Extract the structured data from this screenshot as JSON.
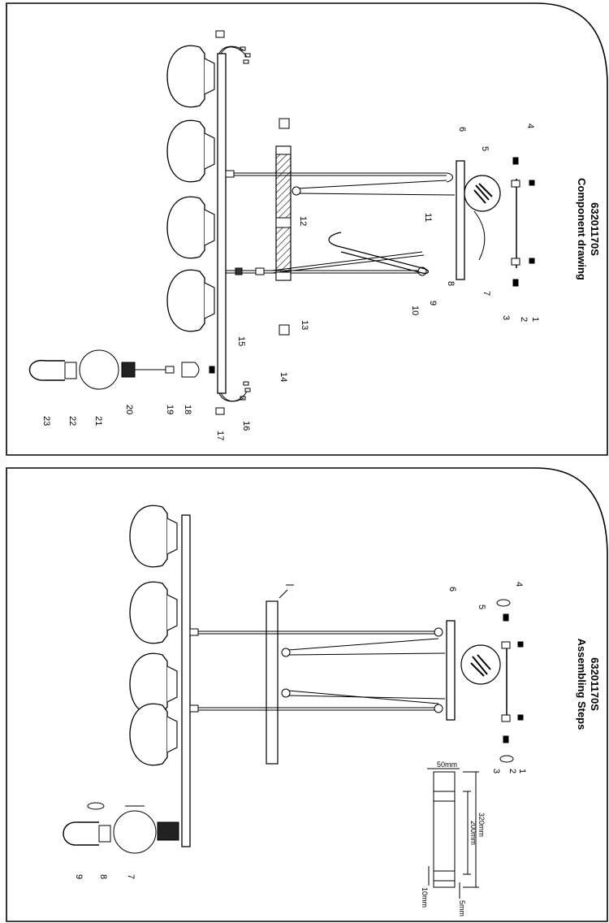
{
  "panels": {
    "component": {
      "title": "Component drawing",
      "model": "63201170S"
    },
    "assembly": {
      "title": "Assembling Steps",
      "model": "63201170S"
    }
  },
  "component_labels": [
    "1",
    "2",
    "3",
    "4",
    "5",
    "6",
    "7",
    "8",
    "9",
    "10",
    "11",
    "12",
    "13",
    "14",
    "15",
    "16",
    "17",
    "18",
    "19",
    "20",
    "21",
    "22",
    "23"
  ],
  "assembly_labels": [
    "1",
    "2",
    "3",
    "4",
    "5",
    "6",
    "7",
    "8",
    "9"
  ],
  "dimensions": {
    "width": "50mm",
    "length": "320mm",
    "inner": "200mm",
    "hole": "10mm",
    "edge": "5mm"
  }
}
